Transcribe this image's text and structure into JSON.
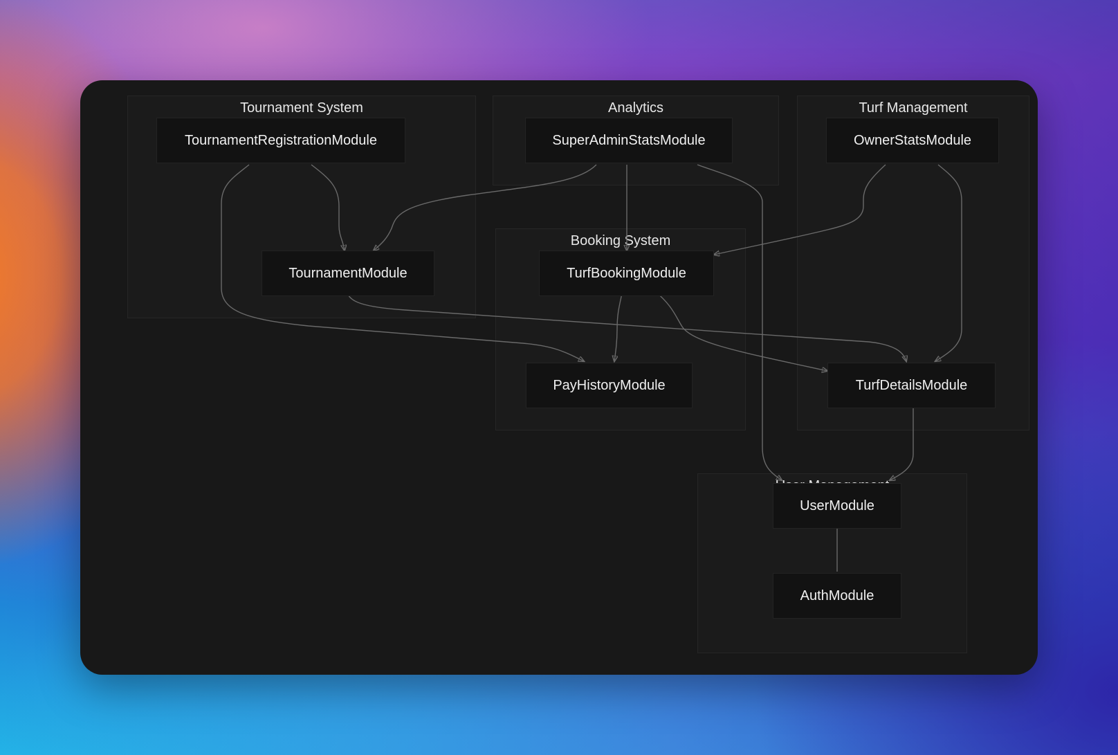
{
  "diagram": {
    "groups": {
      "tournament_system": "Tournament System",
      "analytics": "Analytics",
      "turf_management": "Turf Management",
      "booking_system": "Booking System",
      "user_management": "User Management"
    },
    "nodes": {
      "tournament_registration": "TournamentRegistrationModule",
      "tournament": "TournamentModule",
      "super_admin_stats": "SuperAdminStatsModule",
      "owner_stats": "OwnerStatsModule",
      "turf_booking": "TurfBookingModule",
      "pay_history": "PayHistoryModule",
      "turf_details": "TurfDetailsModule",
      "user": "UserModule",
      "auth": "AuthModule"
    },
    "edges": [
      {
        "from": "TournamentRegistrationModule",
        "to": "TournamentModule"
      },
      {
        "from": "TournamentRegistrationModule",
        "to": "PayHistoryModule"
      },
      {
        "from": "SuperAdminStatsModule",
        "to": "TournamentModule"
      },
      {
        "from": "SuperAdminStatsModule",
        "to": "TurfBookingModule"
      },
      {
        "from": "SuperAdminStatsModule",
        "to": "UserModule"
      },
      {
        "from": "OwnerStatsModule",
        "to": "TurfBookingModule"
      },
      {
        "from": "OwnerStatsModule",
        "to": "TurfDetailsModule"
      },
      {
        "from": "TournamentModule",
        "to": "TurfDetailsModule"
      },
      {
        "from": "TurfBookingModule",
        "to": "PayHistoryModule"
      },
      {
        "from": "TurfBookingModule",
        "to": "TurfDetailsModule"
      },
      {
        "from": "TurfDetailsModule",
        "to": "UserModule"
      },
      {
        "from": "UserModule",
        "to": "AuthModule"
      }
    ],
    "colors": {
      "canvas": "#181818",
      "group_fill": "#1b1b1b",
      "node_fill": "#121212",
      "edge": "#6a6a6a",
      "text": "#f0f0f0"
    }
  }
}
